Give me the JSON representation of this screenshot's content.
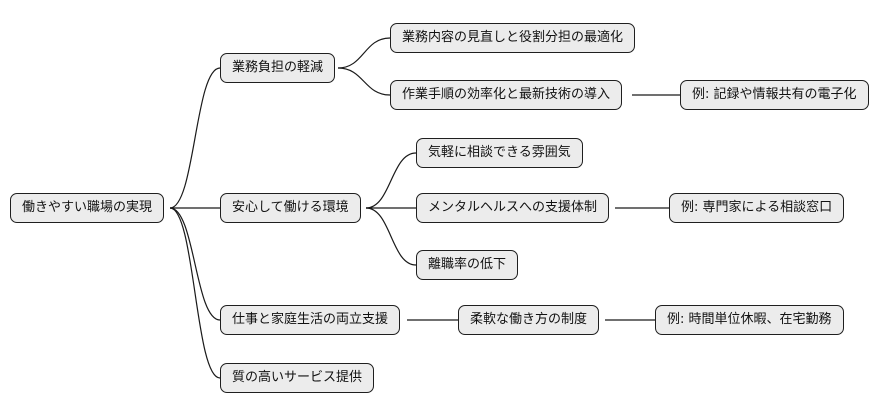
{
  "diagram": {
    "root": "働きやすい職場の実現",
    "branches": [
      {
        "label": "業務負担の軽減",
        "children": [
          {
            "label": "業務内容の見直しと役割分担の最適化"
          },
          {
            "label": "作業手順の効率化と最新技術の導入",
            "example": "例: 記録や情報共有の電子化"
          }
        ]
      },
      {
        "label": "安心して働ける環境",
        "children": [
          {
            "label": "気軽に相談できる雰囲気"
          },
          {
            "label": "メンタルヘルスへの支援体制",
            "example": "例: 専門家による相談窓口"
          },
          {
            "label": "離職率の低下"
          }
        ]
      },
      {
        "label": "仕事と家庭生活の両立支援",
        "children": [
          {
            "label": "柔軟な働き方の制度",
            "example": "例: 時間単位休暇、在宅勤務"
          }
        ]
      },
      {
        "label": "質の高いサービス提供",
        "children": []
      }
    ]
  }
}
